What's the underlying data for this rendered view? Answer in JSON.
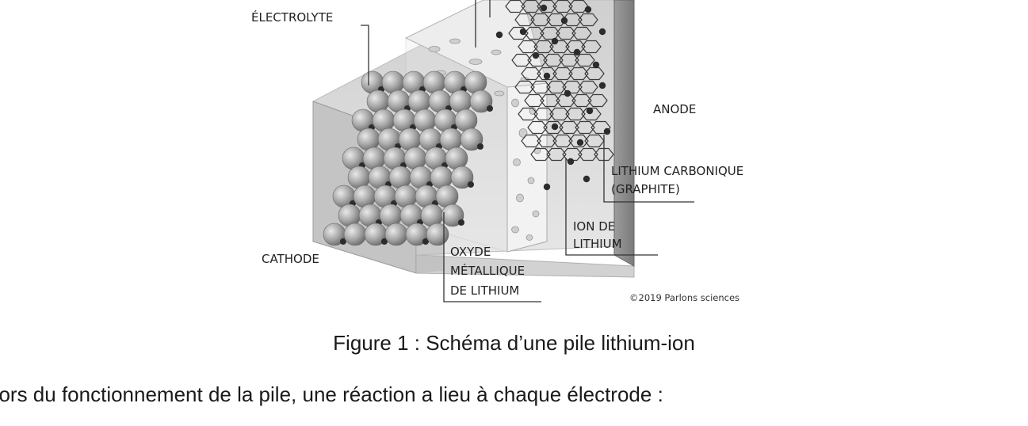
{
  "diagram": {
    "labels": {
      "electrolyte": "ÉLECTROLYTE",
      "anode": "ANODE",
      "lithium_carbon_line1": "LITHIUM CARBONIQUE",
      "lithium_carbon_line2": "(GRAPHITE)",
      "ion_line1": "ION DE",
      "ion_line2": "LITHIUM",
      "cathode": "CATHODE",
      "oxide_line1": "OXYDE",
      "oxide_line2": "MÉTALLIQUE",
      "oxide_line3": "DE LITHIUM",
      "copyright": "©2019 Parlons sciences"
    }
  },
  "caption": "Figure 1 : Schéma d’une pile lithium-ion",
  "body_text": "Lors du fonctionnement de la pile, une réaction a lieu à chaque électrode :"
}
